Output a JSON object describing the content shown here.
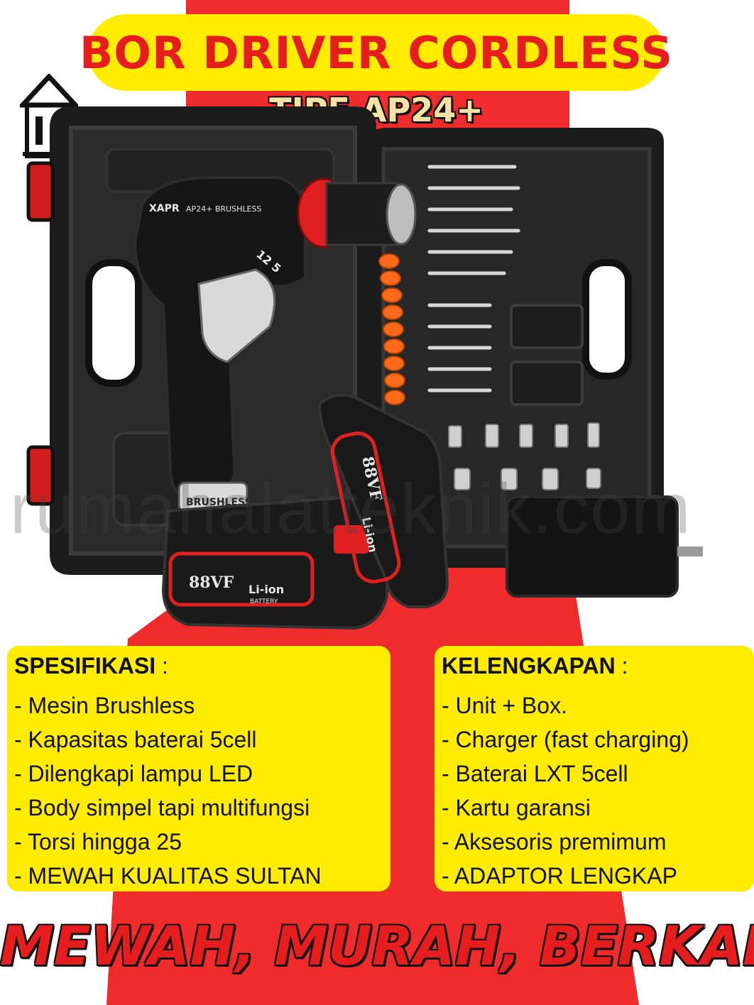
{
  "colors": {
    "accent_red": "#e51d1d",
    "highlight_yellow": "#ffec00",
    "case_black": "#1b1b1b"
  },
  "header": {
    "title": "BOR DRIVER CORDLESS",
    "subtitle": "TIPE AP24+"
  },
  "product_image": {
    "icon": "house-tools-logo-icon",
    "drill_brand": "XAPR",
    "drill_model": "AP24+ BRUSHLESS",
    "drill_sleeve": "BRUSHLESS",
    "battery_voltage": "88VF",
    "battery_type": "Li-ion",
    "battery_sub": "BATTERY",
    "clutch_marks": "12 5"
  },
  "watermark": "rumahalatteknik.com",
  "specs": {
    "heading": "SPESIFIKASI",
    "colon": ":",
    "items": [
      "- Mesin Brushless",
      "- Kapasitas baterai 5cell",
      "- Dilengkapi lampu LED",
      "- Body simpel tapi multifungsi",
      "- Torsi hingga 25",
      "- MEWAH KUALITAS SULTAN"
    ]
  },
  "kit": {
    "heading": "KELENGKAPAN",
    "colon": ":",
    "items": [
      "- Unit + Box.",
      "- Charger (fast charging)",
      "- Baterai LXT 5cell",
      "- Kartu garansi",
      "- Aksesoris premimum",
      "- ADAPTOR LENGKAP"
    ]
  },
  "slogan": "MEWAH, MURAH, BERKAH"
}
